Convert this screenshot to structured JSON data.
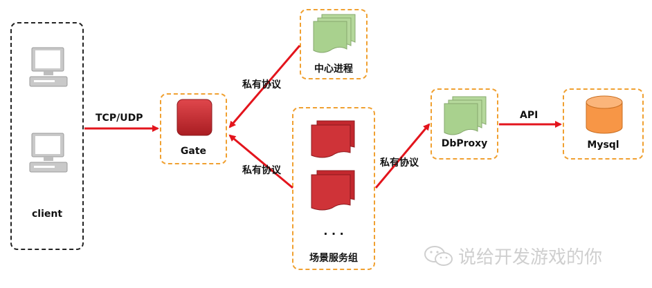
{
  "nodes": {
    "client": {
      "label": "client"
    },
    "gate": {
      "label": "Gate"
    },
    "center": {
      "label": "中心进程"
    },
    "scene": {
      "label": "场景服务组",
      "ellipsis": "· · ·"
    },
    "dbproxy": {
      "label": "DbProxy"
    },
    "mysql": {
      "label": "Mysql"
    }
  },
  "edges": {
    "client_gate": "TCP/UDP",
    "center_gate": "私有协议",
    "scene_gate": "私有协议",
    "scene_dbproxy": "私有协议",
    "dbproxy_mysql": "API"
  },
  "watermark": {
    "text": "说给开发游戏的你",
    "icon": "wechat-icon"
  },
  "colors": {
    "arrow": "#e3141c",
    "dashed_orange": "#f0a030",
    "server_red": "#c3282e",
    "doc_green": "#a9d18e",
    "db_orange": "#f79646"
  }
}
